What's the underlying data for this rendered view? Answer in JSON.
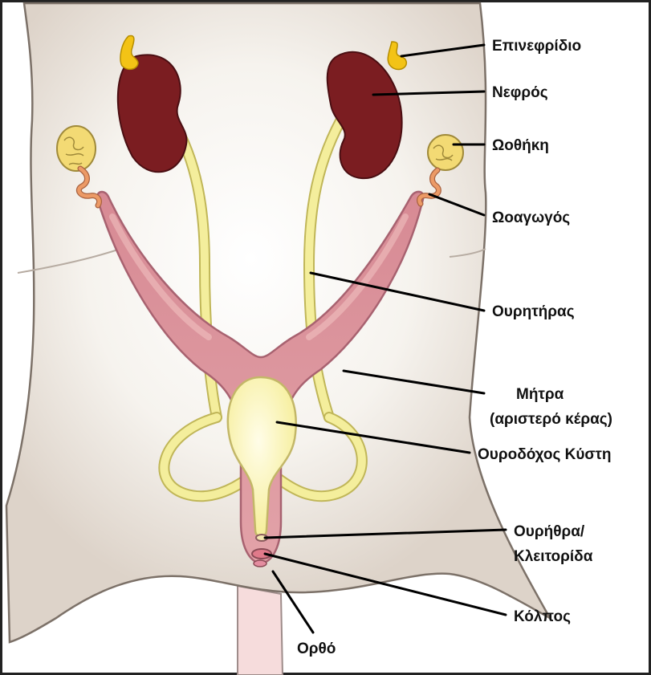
{
  "labels": {
    "adrenal": "Επινεφρίδιο",
    "kidney": "Νεφρός",
    "ovary": "Ωοθήκη",
    "oviduct": "Ωοαγωγός",
    "ureter": "Ουρητήρας",
    "uterus_line1": "Μήτρα",
    "uterus_line2": "(αριστερό κέρας)",
    "bladder": "Ουροδόχος Κύστη",
    "urethra_line1": "Ουρήθρα/",
    "urethra_line2": "Κλειτορίδα",
    "vagina": "Κόλπος",
    "rectum": "Ορθό"
  },
  "colors": {
    "body": "#ddd3c9",
    "body_highlight": "#f6f3ee",
    "outline": "#7c7168",
    "kidney": "#7b1d21",
    "adrenal": "#f3c316",
    "ureter": "#f4ee9c",
    "ureter_stroke": "#c0b658",
    "ovary": "#f3da74",
    "oviduct": "#ec9a66",
    "uterus": "#d98e97",
    "uterus_light": "#f2c5c3",
    "uterus_stroke": "#a86270",
    "bladder": "#fbf6bf",
    "bladder_stroke": "#c3b768",
    "tail": "#f6dcdc",
    "leader": "#000000",
    "frame": "#222222"
  }
}
